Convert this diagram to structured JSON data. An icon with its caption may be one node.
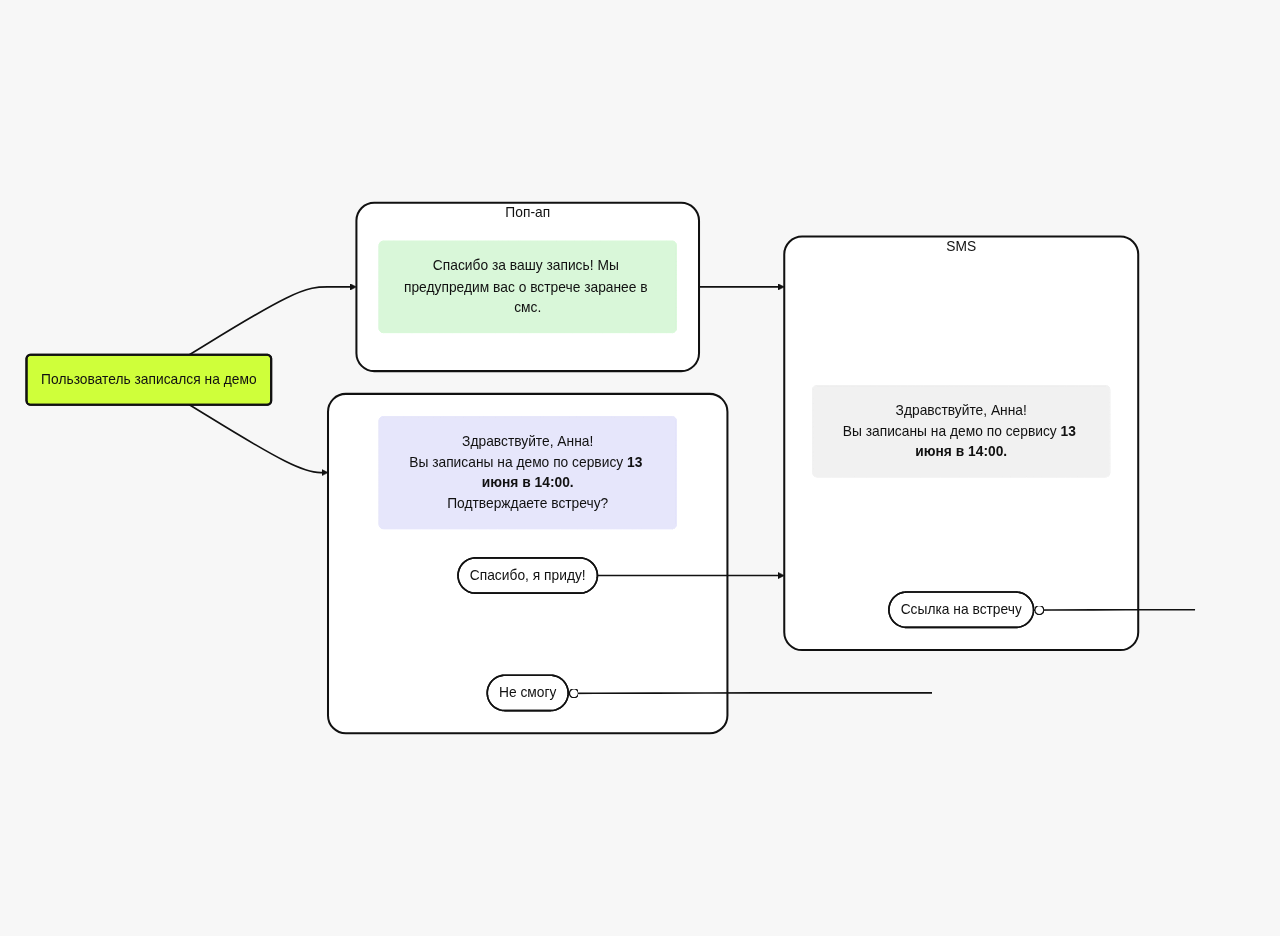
{
  "diagram": {
    "nodes": [
      {
        "text": [
          "Пользователь записался на демо"
        ]
      },
      {
        "text": [
          "Поп-ап"
        ]
      },
      {
        "text": [
          "Спасибо за вашу запись! Мы предупредим вас о встрече заранее в смс."
        ],
        "in": 1
      },
      {
        "text": [],
        "shape": "box"
      },
      {
        "text": [
          "Здравствуйте, Анна!",
          "Вы записаны на демо по сервису **13 июня в 14:00.**",
          "Подтверждаете встречу?"
        ],
        "in": 3
      },
      {
        "text": [
          "Спасибо, я приду!"
        ],
        "in": 3
      },
      {
        "text": [
          "Не смогу"
        ],
        "in": 3
      },
      {
        "text": [
          "SMS"
        ]
      },
      {
        "text": [
          "Здравствуйте, Анна!",
          "Вы записаны на демо по сервису **13 июня в 14:00.**"
        ],
        "in": 7
      },
      {
        "text": [
          "Ссылка на встречу"
        ],
        "in": 7
      }
    ],
    "edges": [
      {
        "from": 0,
        "to": 1,
        "arrow": "to"
      },
      {
        "from": 0,
        "to": 3,
        "arrow": "to"
      },
      {
        "from": 1,
        "to": 7,
        "arrow": "to"
      },
      {
        "from": 5,
        "to": 7,
        "arrow": "to"
      },
      {
        "from": 6,
        "to": null,
        "arrow": "other"
      },
      {
        "from": 9,
        "to": null,
        "arrow": "other"
      }
    ]
  }
}
